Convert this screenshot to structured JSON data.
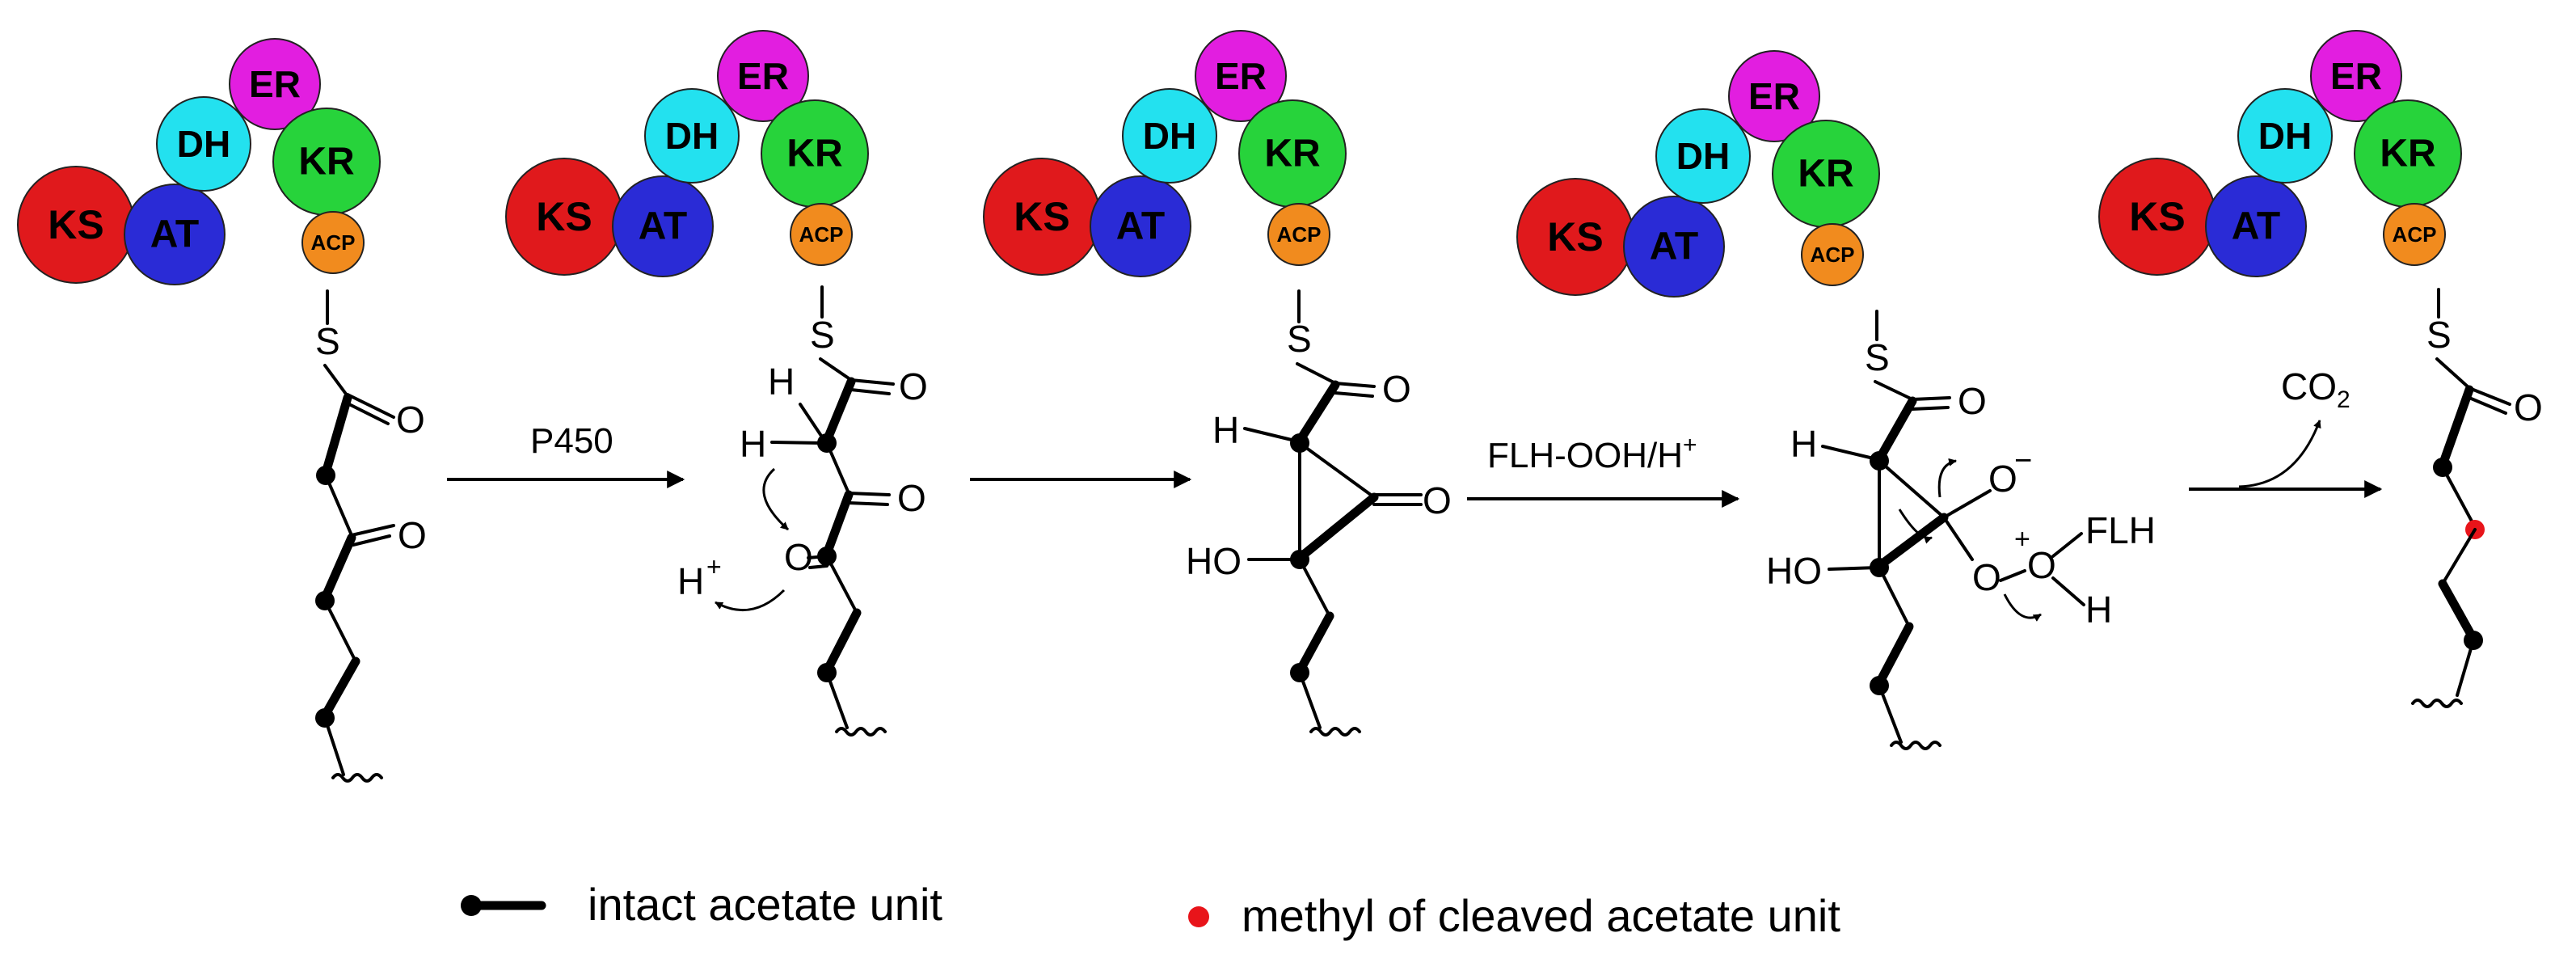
{
  "domains": {
    "ks": {
      "label": "KS",
      "color": "#e0191c"
    },
    "at": {
      "label": "AT",
      "color": "#2a2bd6"
    },
    "dh": {
      "label": "DH",
      "color": "#23e1ef"
    },
    "er": {
      "label": "ER",
      "color": "#e21ee0"
    },
    "kr": {
      "label": "KR",
      "color": "#27d33b"
    },
    "acp": {
      "label": "ACP",
      "color": "#f18b1e"
    }
  },
  "atoms": {
    "sulfur": "S",
    "oxygen": "O",
    "hydrogen": "H",
    "proton": "H",
    "proton_charge": "+",
    "hydroxyl": "HO",
    "oxide_anion": "O",
    "anion_charge": "−",
    "peroxide_oxygen": "O",
    "oxonium_oxygen": "O",
    "oxonium_charge": "+",
    "flavin": "FLH",
    "co2_main": "CO",
    "co2_sub": "2"
  },
  "steps": {
    "p450": "P450",
    "flh_main": "FLH-OOH/H",
    "flh_sup": "+"
  },
  "legend": {
    "intact": "intact acetate unit",
    "cleaved": "methyl of cleaved acetate unit"
  },
  "colors": {
    "cleaved_methyl_dot": "#e8141a",
    "bond": "#000000"
  }
}
